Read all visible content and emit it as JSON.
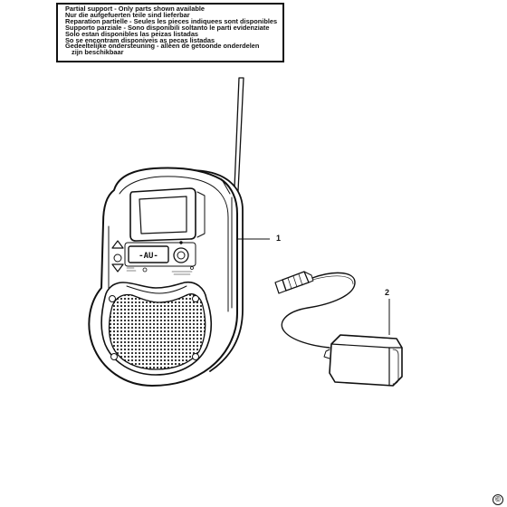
{
  "notice": {
    "lines": [
      "Partial support - Only parts shown available",
      "Nur die aufgefuerten teile sind lieferbar",
      "Reparation partielle - Seules les pieces indiquees sont disponibles",
      "Supporto parziale - Sono disponibili soltanto le parti evidenziate",
      "Solo estan disponibles las peizas listadas",
      "So se encontram disponiveis as pecas listadas",
      "Gedeeltelijke ondersteuning - alleen de getoonde onderdelen",
      "zijn beschikbaar"
    ]
  },
  "parts": [
    {
      "number": "1",
      "item": "radio"
    },
    {
      "number": "2",
      "item": "power adapter"
    }
  ],
  "display": {
    "readout": "-AU-"
  },
  "copyright": {
    "symbol": "©"
  },
  "icons": [
    "radio-illustration",
    "antenna",
    "speaker-grille",
    "lcd-display",
    "power-adapter",
    "dc-plug",
    "copyright-icon"
  ]
}
